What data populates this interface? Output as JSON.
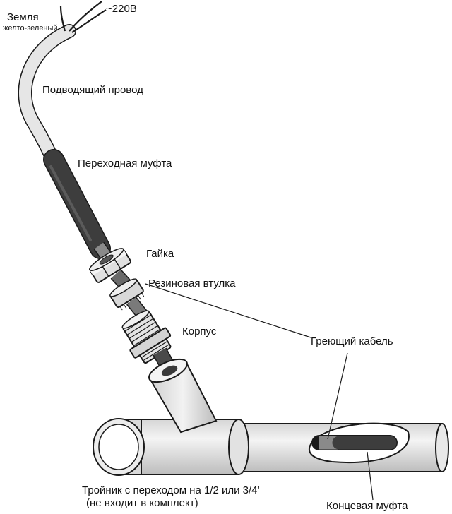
{
  "labels": {
    "ground": "Земля",
    "ground_sub": "желто-зеленый",
    "voltage": "~220В",
    "supply_wire": "Подводящий провод",
    "transition_coupling": "Переходная муфта",
    "nut": "Гайка",
    "rubber_bushing": "Резиновая втулка",
    "housing": "Корпус",
    "heating_cable": "Греющий кабель",
    "tee_line1": "Тройник с переходом на 1/2 или 3/4’",
    "tee_line2": "(не входит в комплект)",
    "end_coupling": "Концевая муфта"
  },
  "colors": {
    "outline": "#1a1a1a",
    "coupling": "#3d3d3d",
    "pipe_fill": "#e9e9e9",
    "pipe_shade": "#cfcfcf",
    "cable_gray": "#7a7a7a"
  }
}
